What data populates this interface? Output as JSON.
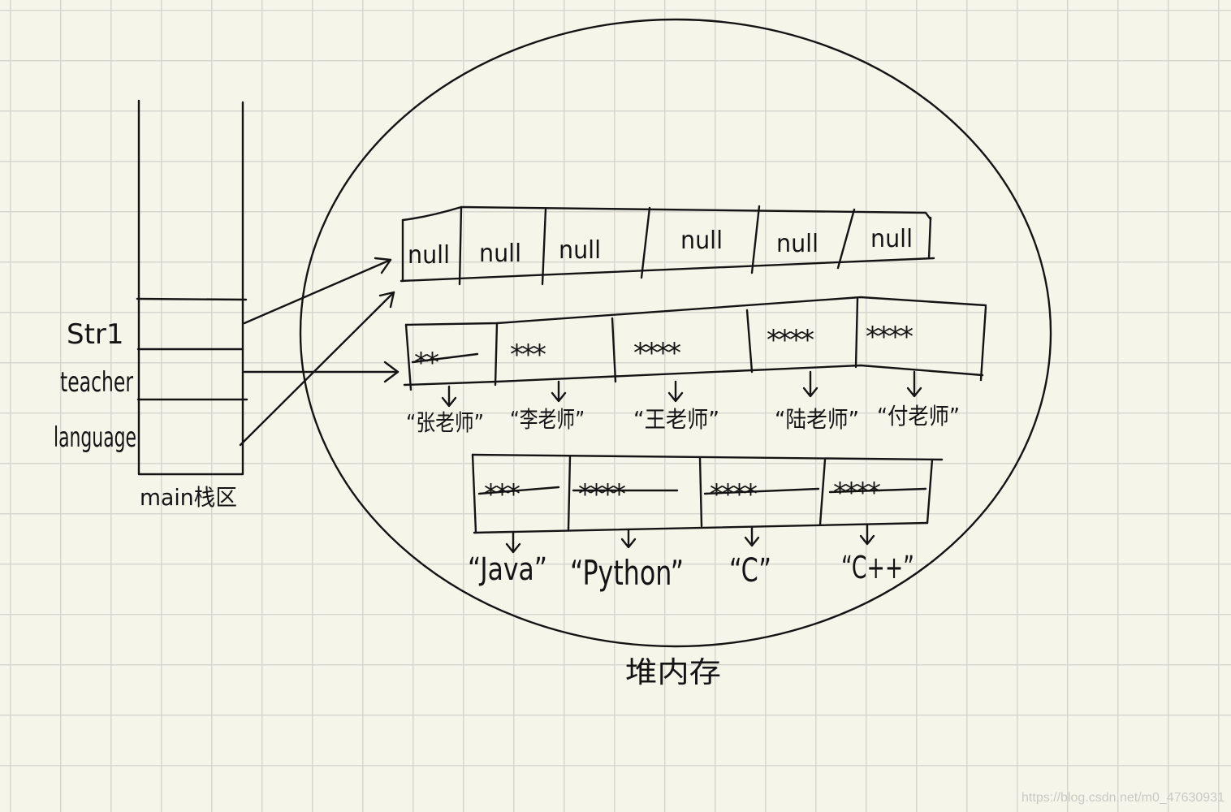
{
  "stack": {
    "labels": [
      "Str1",
      "teacher",
      "language"
    ],
    "caption": "main栈区"
  },
  "heap": {
    "caption": "堆内存",
    "null_array": [
      "null",
      "null",
      "null",
      "null",
      "null",
      "null"
    ],
    "teacher_array": {
      "refs": [
        "**",
        "***",
        "****",
        "****",
        "****"
      ],
      "values": [
        "“张老师”",
        "“李老师”",
        "“王老师”",
        "“陆老师”",
        "“付老师”"
      ]
    },
    "language_array": {
      "refs": [
        "***",
        "****",
        "****",
        "****"
      ],
      "values": [
        "“Java”",
        "“Python”",
        "“C”",
        "“C++”"
      ]
    }
  },
  "watermark": "https://blog.csdn.net/m0_47630931",
  "colors": {
    "ink": "#141414",
    "paper": "#f6f5ea",
    "grid": "#d6d6cf"
  }
}
